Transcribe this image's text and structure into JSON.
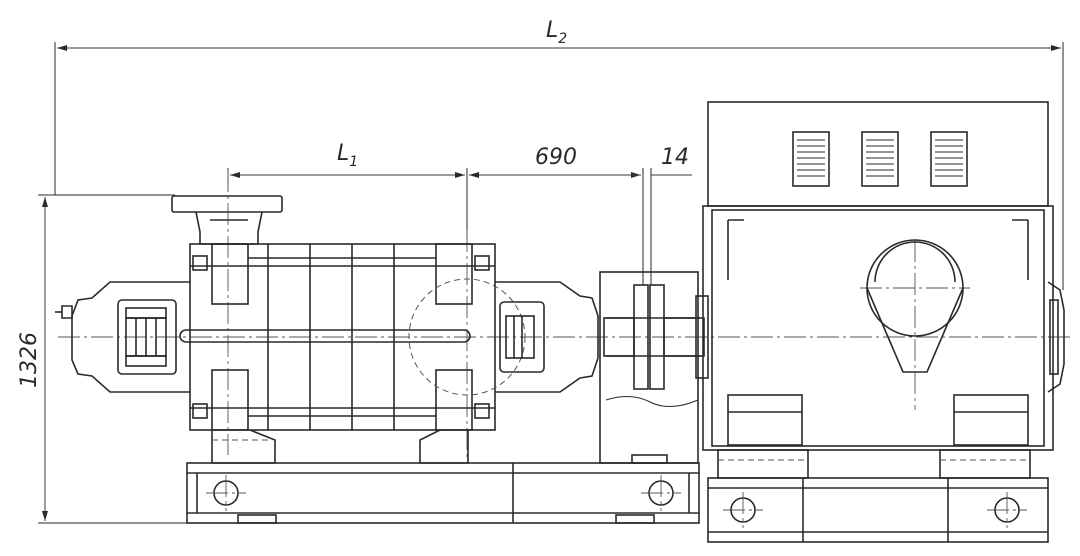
{
  "dimensions": {
    "overall_length": {
      "symbol": "L",
      "subscript": "2"
    },
    "pump_length": {
      "symbol": "L",
      "subscript": "1"
    },
    "coupling_distance": "690",
    "coupling_gap": "14",
    "height": "1326"
  },
  "colors": {
    "line": "#2a2a2a",
    "background": "#ffffff"
  }
}
